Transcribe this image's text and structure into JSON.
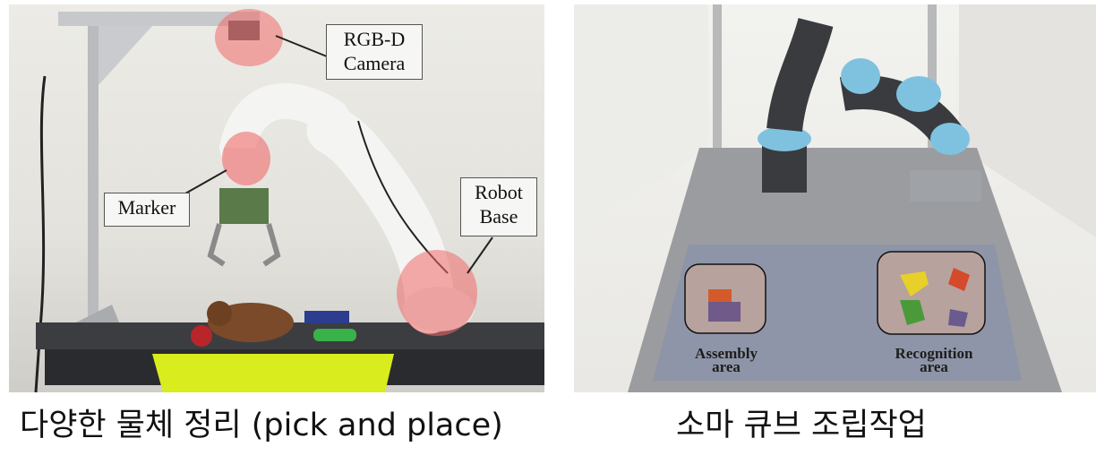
{
  "left_panel": {
    "labels": {
      "camera_line1": "RGB-D",
      "camera_line2": "Camera",
      "marker": "Marker",
      "base_line1": "Robot",
      "base_line2": "Base"
    },
    "caption": "다양한 물체 정리 (pick and place)"
  },
  "right_panel": {
    "labels": {
      "assembly_line1": "Assembly",
      "assembly_line2": "area",
      "recognition_line1": "Recognition",
      "recognition_line2": "area"
    },
    "caption": "소마 큐브 조립작업"
  },
  "colors": {
    "highlight": "#f06a6a",
    "robot_white": "#f4f4f2",
    "ur_blue": "#7fc2e0",
    "bin_yellow": "#d8ec1e"
  }
}
